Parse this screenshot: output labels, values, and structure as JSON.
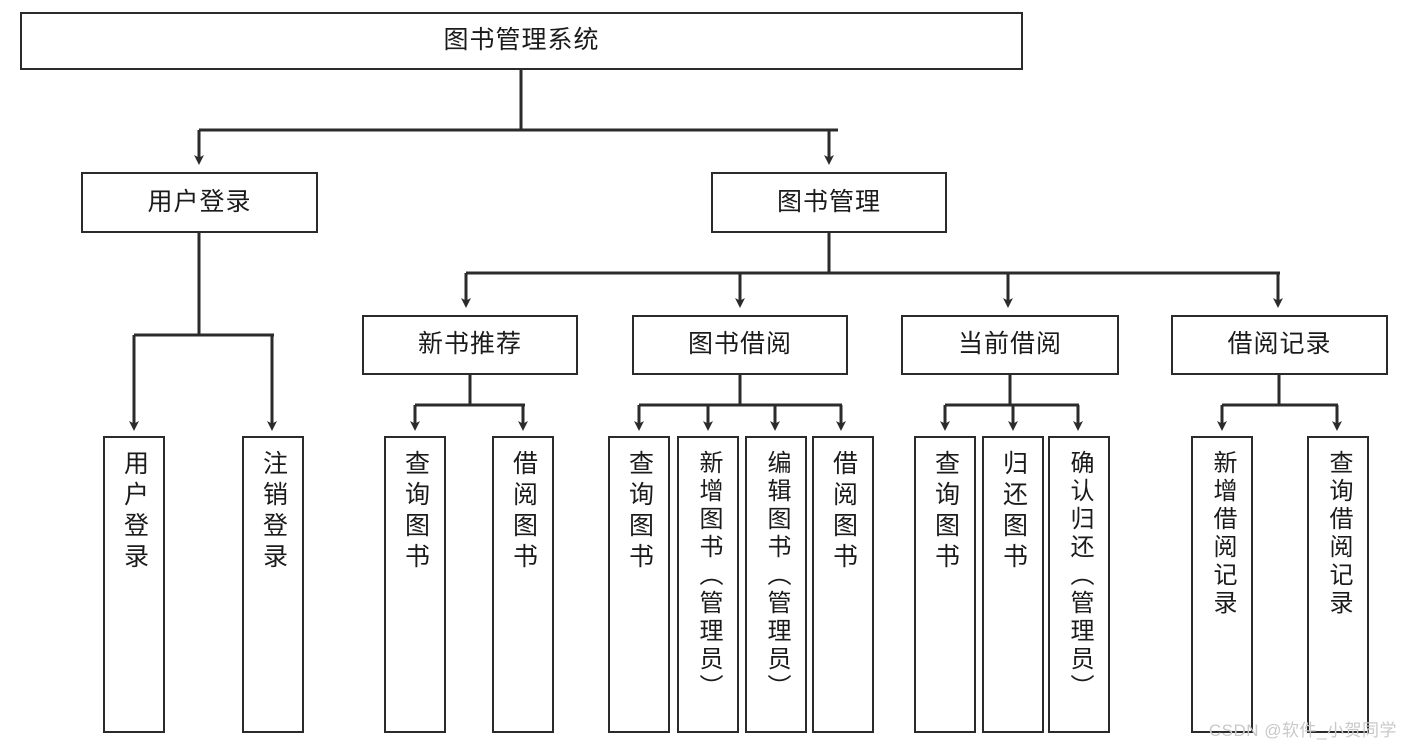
{
  "diagram": {
    "type": "tree",
    "title": "图书管理系统",
    "style": {
      "box_border_color": "#2b2b2b",
      "box_fill_color": "#ffffff",
      "line_color": "#2b2b2b",
      "text_color": "#1b1b1b",
      "background": "#ffffff",
      "watermark_color": "#c9c9c9"
    },
    "root": {
      "label": "图书管理系统"
    },
    "level2": [
      {
        "label": "用户登录"
      },
      {
        "label": "图书管理"
      }
    ],
    "level3": [
      {
        "label": "新书推荐"
      },
      {
        "label": "图书借阅"
      },
      {
        "label": "当前借阅"
      },
      {
        "label": "借阅记录"
      }
    ],
    "leaves": {
      "user_login": [
        {
          "label": "用户登录"
        },
        {
          "label": "注销登录"
        }
      ],
      "new_book_recommend": [
        {
          "label": "查询图书"
        },
        {
          "label": "借阅图书"
        }
      ],
      "book_borrow": [
        {
          "label": "查询图书"
        },
        {
          "label": "新增图书（管理员）"
        },
        {
          "label": "编辑图书（管理员）"
        },
        {
          "label": "借阅图书"
        }
      ],
      "current_borrow": [
        {
          "label": "查询图书"
        },
        {
          "label": "归还图书"
        },
        {
          "label": "确认归还（管理员）"
        }
      ],
      "borrow_record": [
        {
          "label": "新增借阅记录"
        },
        {
          "label": "查询借阅记录"
        }
      ]
    }
  },
  "watermark": {
    "text": "CSDN @软件_小贺同学"
  }
}
